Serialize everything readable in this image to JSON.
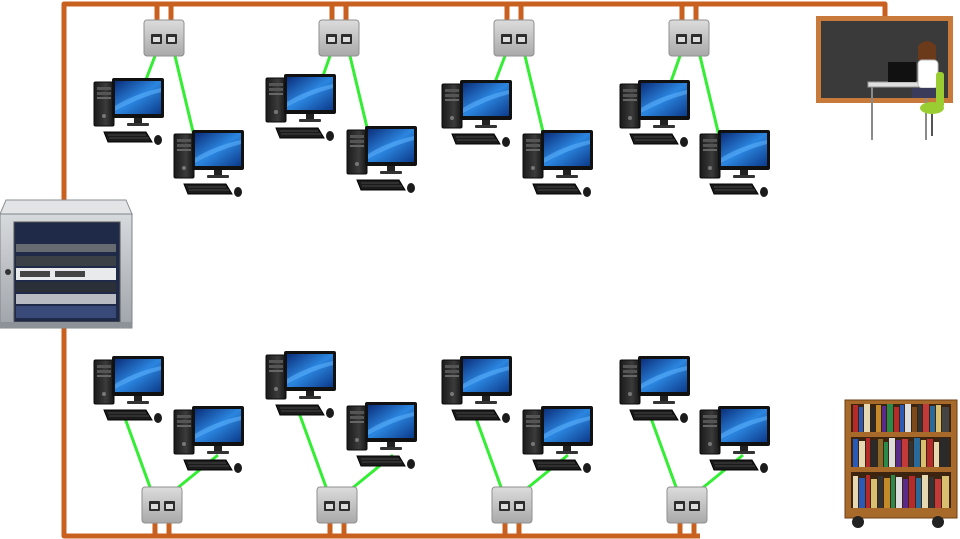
{
  "diagram": {
    "kind": "classroom-network-topology",
    "colors": {
      "backbone_cable": "#c8611f",
      "patch_cable": "#33ee33",
      "wall_jack": "#c9c9c9",
      "monitor_screen": "#1c62c8",
      "rack_body": "#bfc3c8",
      "chalkboard": "#3a3a3a",
      "chalkboard_frame": "#c87a3a",
      "shelf_wood": "#a86a2a"
    },
    "server_rack": {
      "icon": "server-rack-icon"
    },
    "top_row": {
      "wall_jacks": 4,
      "computers_per_jack": 2
    },
    "bottom_row": {
      "wall_jacks": 4,
      "computers_per_jack": 2
    },
    "teacher_station": {
      "icon": "teacher-at-desk-icon",
      "board_icon": "chalkboard-icon"
    },
    "library": {
      "icon": "bookshelf-cart-icon"
    }
  }
}
